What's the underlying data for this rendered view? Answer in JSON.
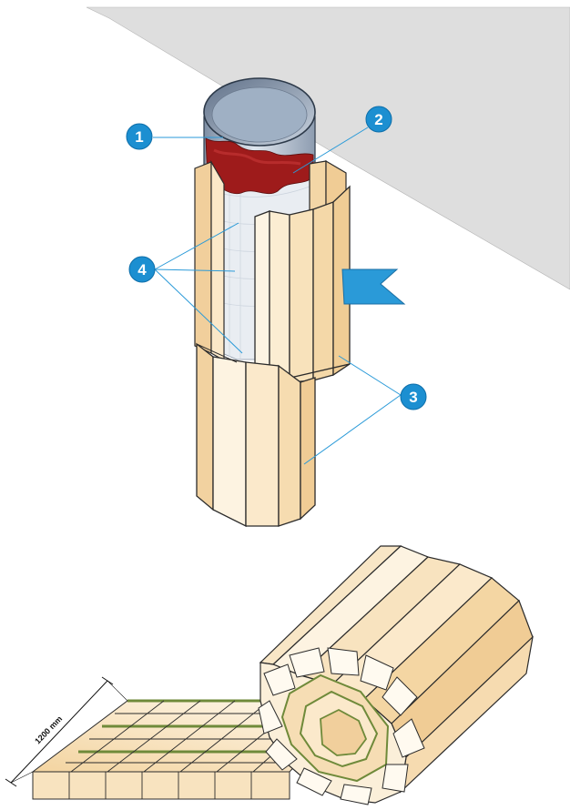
{
  "callouts": [
    {
      "id": "1",
      "label": "1"
    },
    {
      "id": "2",
      "label": "2"
    },
    {
      "id": "3",
      "label": "3"
    },
    {
      "id": "4",
      "label": "4"
    }
  ],
  "dimension": {
    "label": "1200 mm"
  },
  "colors": {
    "callout_fill": "#1c8fd1",
    "callout_stroke": "#0d6ea9",
    "ceiling": "#dcdcdc",
    "lamella_light": "#fdf1dc",
    "lamella_mid": "#f5d8a8",
    "pipe_steel": "#9aa7b8",
    "fire_sealant": "#9b1c1c",
    "mesh_band": "#6f8a3a",
    "arrow": "#2a9ad8"
  }
}
